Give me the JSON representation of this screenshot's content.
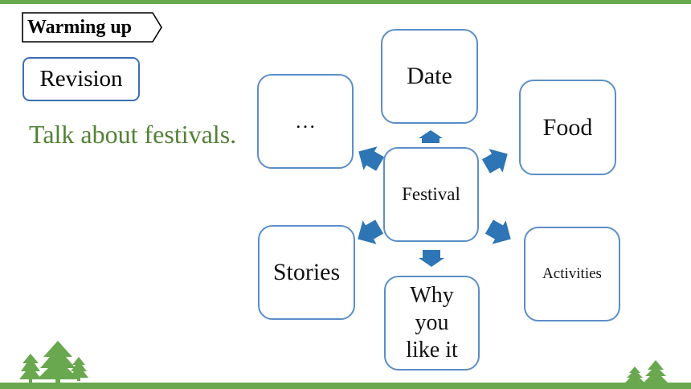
{
  "header": {
    "section_label": "Warming up"
  },
  "revision_label": "Revision",
  "subtitle": "Talk about festivals.",
  "diagram": {
    "center": "Festival",
    "nodes": {
      "date": "Date",
      "food": "Food",
      "activities": "Activities",
      "why": "Why you like it",
      "stories": "Stories",
      "other": "…"
    }
  },
  "colors": {
    "accent_green": "#6aa84f",
    "text_green": "#538135",
    "box_border": "#5b8ec8",
    "arrow_blue": "#2e75b6"
  },
  "icons": [
    "pine-trees-icon",
    "arrow-icon"
  ]
}
